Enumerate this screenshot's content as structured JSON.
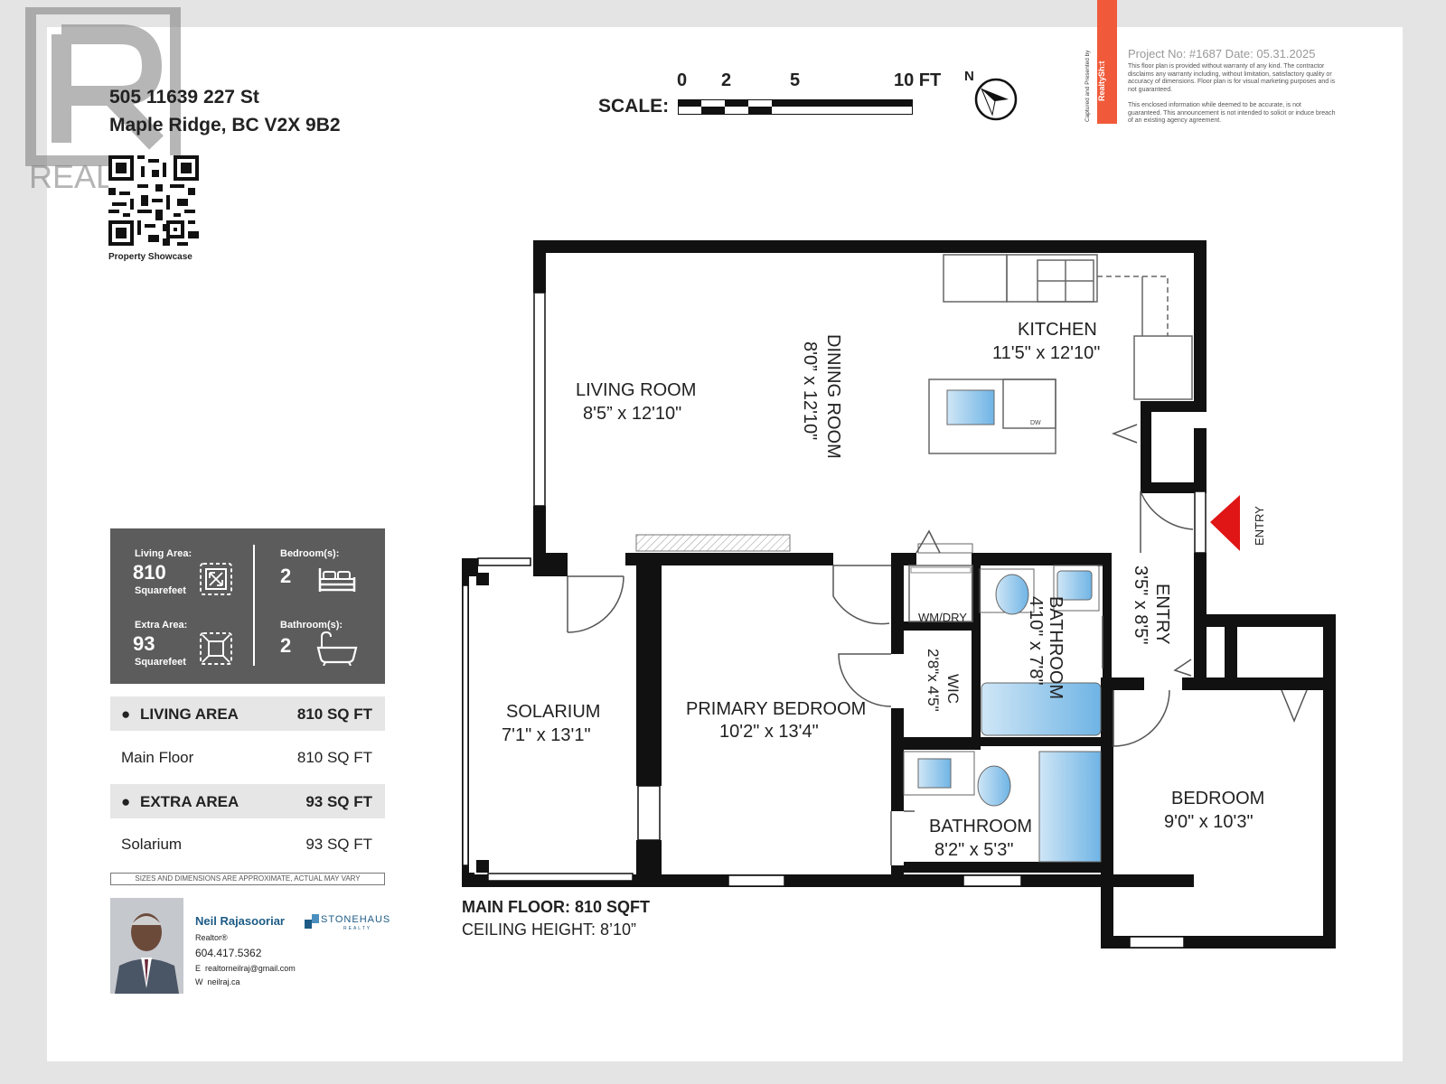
{
  "brand": {
    "logo_text": "REAL",
    "realtyshot": "RealtySh:t",
    "captured_by": "Captured and Presented by"
  },
  "header": {
    "address_line1": "505 11639 227 St",
    "address_line2": "Maple Ridge, BC V2X 9B2",
    "qr_caption": "Property Showcase",
    "scale_label": "SCALE:",
    "scale_ticks": [
      "0",
      "2",
      "5",
      "10 FT"
    ],
    "north": "N",
    "project": "Project No: #1687   Date: 05.31.2025",
    "disclaimer1": "This floor plan is provided without warranty of any kind. The contractor disclaims any warranty including, without limitation, satisfactory quality or accuracy of dimensions. Floor plan is for visual marketing purposes and is not guaranteed.",
    "disclaimer2": "This enclosed information while deemed to be accurate, is not guaranteed. This announcement is not intended to solicit or induce breach of an existing agency agreement."
  },
  "stats": {
    "living_area_label": "Living Area:",
    "living_area_value": "810",
    "living_area_unit": "Squarefeet",
    "extra_area_label": "Extra Area:",
    "extra_area_value": "93",
    "extra_area_unit": "Squarefeet",
    "bedrooms_label": "Bedroom(s):",
    "bedrooms_value": "2",
    "bathrooms_label": "Bathroom(s):",
    "bathrooms_value": "2"
  },
  "areas": {
    "living_label": "LIVING AREA",
    "living_value": "810 SQ FT",
    "main_floor_label": "Main Floor",
    "main_floor_value": "810 SQ FT",
    "extra_label": "EXTRA AREA",
    "extra_value": "93 SQ FT",
    "solarium_label": "Solarium",
    "solarium_value": "93 SQ FT",
    "approx_note": "SIZES AND DIMENSIONS ARE APPROXIMATE, ACTUAL MAY VARY"
  },
  "agent": {
    "name": "Neil Rajasooriar",
    "title": "Realtor®",
    "phone": "604.417.5362",
    "email_prefix": "E",
    "email": "realtorneilraj@gmail.com",
    "web_prefix": "W",
    "web": "neilraj.ca",
    "brokerage": "STONEHAUS",
    "brokerage_sub": "REALTY"
  },
  "floorplan": {
    "floor_label": "MAIN FLOOR: 810 SQFT",
    "ceiling_label": "CEILING HEIGHT: 8’10”",
    "rooms": {
      "living_name": "LIVING ROOM",
      "living_dim": "8'5” x 12'10\"",
      "dining_name": "DINING ROOM",
      "dining_dim": "8'0” x 12'10\"",
      "kitchen_name": "KITCHEN",
      "kitchen_dim": "11'5\" x 12'10\"",
      "dw": "DW",
      "entry_name": "ENTRY",
      "entry_dim": "3'5\" x 8'5\"",
      "entry_marker": "ENTRY",
      "bath1_name": "BATHROOM",
      "bath1_dim": "4'10\" x 7'8\"",
      "wmdry": "WM/DRY",
      "wic_name": "WIC",
      "wic_dim": "2'8\"x 4'5\"",
      "solarium_name": "SOLARIUM",
      "solarium_dim": "7'1\" x 13'1\"",
      "primary_name": "PRIMARY BEDROOM",
      "primary_dim": "10'2\" x 13'4\"",
      "bath2_name": "BATHROOM",
      "bath2_dim": "8'2\" x 5'3\"",
      "bedroom_name": "BEDROOM",
      "bedroom_dim": "9'0\" x 10'3\""
    }
  },
  "colors": {
    "wall": "#111111",
    "entry_arrow": "#e01515",
    "fixture_blue": "#8fc8ec",
    "stats_bg": "#5c5c5c",
    "band_bg": "#e6e6e6",
    "brand_orange": "#f05a3a"
  }
}
